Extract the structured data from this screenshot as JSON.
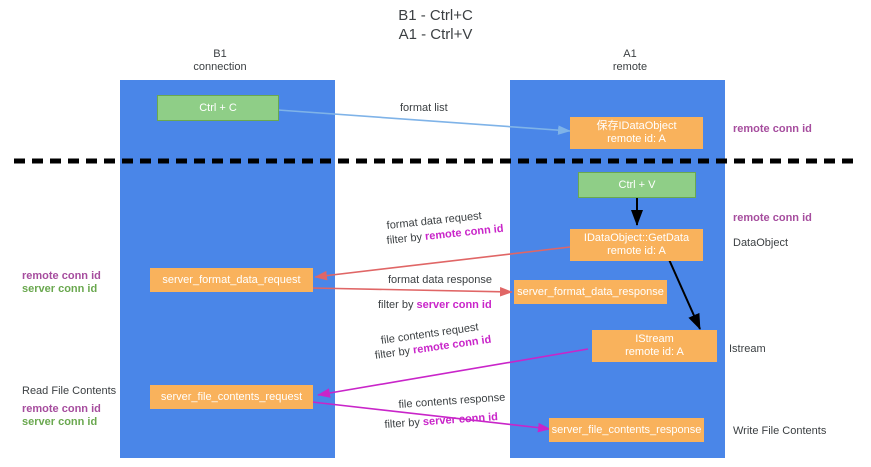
{
  "title": "B1 - Ctrl+C\nA1 - Ctrl+V",
  "lanes": [
    {
      "name": "b1",
      "header": "B1\nconnection"
    },
    {
      "name": "a1",
      "header": "A1\nremote"
    }
  ],
  "boxes": {
    "ctrl_c": "Ctrl + C",
    "ctrl_v": "Ctrl + V",
    "save_idataobject": "保存IDataObject\nremote id: A",
    "idataobject_getdata": "IDataObject::GetData\nremote id: A",
    "server_format_data_request": "server_format_data_request",
    "server_format_data_response": "server_format_data_response",
    "istream": "IStream\nremote id: A",
    "server_file_contents_request": "server_file_contents_request",
    "server_file_contents_response": "server_file_contents_response"
  },
  "right_notes": {
    "remote_conn_id_top": "remote conn id",
    "remote_conn_id_mid": "remote conn id",
    "data_object": "DataObject",
    "istream": "Istream",
    "write_file_contents": "Write File Contents"
  },
  "left_notes": {
    "remote_conn_id": "remote conn id",
    "server_conn_id": "server conn id",
    "read_file_contents": "Read File Contents",
    "remote_conn_id_2": "remote conn id",
    "server_conn_id_2": "server conn id"
  },
  "edges": [
    {
      "name": "format-list",
      "line1": "format list",
      "line2": "",
      "filter_prefix": "",
      "filter_key": ""
    },
    {
      "name": "format-data-request",
      "line1": "format data request",
      "filter_prefix": "filter by ",
      "filter_key": "remote conn id"
    },
    {
      "name": "format-data-response",
      "line1": "format data response",
      "filter_prefix": "filter by ",
      "filter_key": "server conn id"
    },
    {
      "name": "file-contents-request",
      "line1": "file contents request",
      "filter_prefix": "filter by ",
      "filter_key": "remote conn id"
    },
    {
      "name": "file-contents-response",
      "line1": "file contents response",
      "filter_prefix": "filter by ",
      "filter_key": "server conn id"
    }
  ],
  "colors": {
    "lane": "#4a86e8",
    "green_box": "#8fce87",
    "orange_box": "#f9b25c",
    "purple_text": "#a64d9e",
    "green_text": "#6aa84f",
    "red_arrow": "#e06666",
    "magenta_arrow": "#c925c9",
    "blue_arrow": "#7fb3e8",
    "black_arrow": "#000000",
    "divider": "#000000"
  }
}
